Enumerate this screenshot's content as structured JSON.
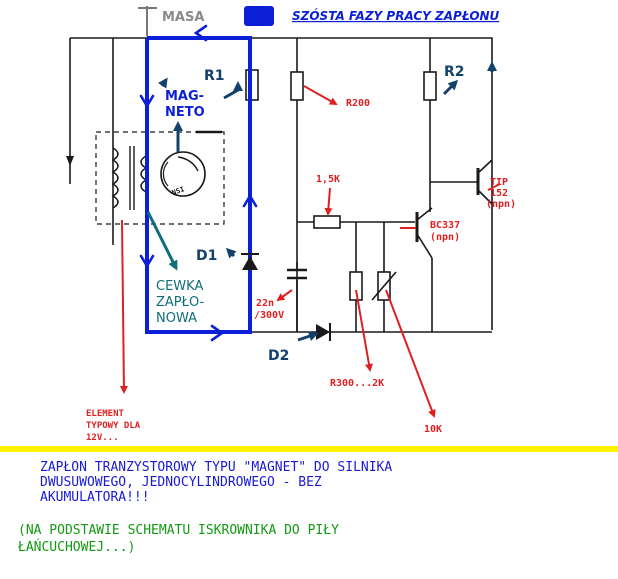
{
  "header": {
    "masa": "MASA",
    "title": "SZÓSTA FAZY PRACY ZAPŁONU"
  },
  "labels": {
    "r1": "R1",
    "r2": "R2",
    "r200": "R200",
    "r_1_5k": "1,5K",
    "magneto_l1": "MAG-",
    "magneto_l2": "NETO",
    "tip_l1": "TIP",
    "tip_l2": "152",
    "tip_l3": "(npn)",
    "bc_l1": "BC337",
    "bc_l2": "(npn)",
    "d1": "D1",
    "d2": "D2",
    "cewka_l1": "CEWKA",
    "cewka_l2": "ZAPŁO-",
    "cewka_l3": "NOWA",
    "cap_l1": "22n",
    "cap_l2": "/300V",
    "r300": "R300...2K",
    "r10k": "10K",
    "element_l1": "ELEMENT",
    "element_l2": "TYPOWY DLA",
    "element_l3": "12V..."
  },
  "footer": {
    "line1": "ZAPŁON TRANZYSTOROWY TYPU \"MAGNET\" DO SILNIKA",
    "line2": "DWUSUWOWEGO, JEDNOCYLINDROWEGO - BEZ",
    "line3": "AKUMULATORA!!!",
    "line4": "(NA PODSTAWIE SCHEMATU ISKROWNIKA DO PIŁY",
    "line5": "ŁAŃCUCHOWEJ...)"
  },
  "colors": {
    "circuit": "#1a1a1a",
    "current_path": "#0a1fd6",
    "annotation_red": "#e02020",
    "annotation_teal": "#0f6e7a",
    "footer_text": "#1a1ad6",
    "footer_note": "#139a13",
    "divider": "#fff200",
    "masa": "#8a8a8a"
  }
}
